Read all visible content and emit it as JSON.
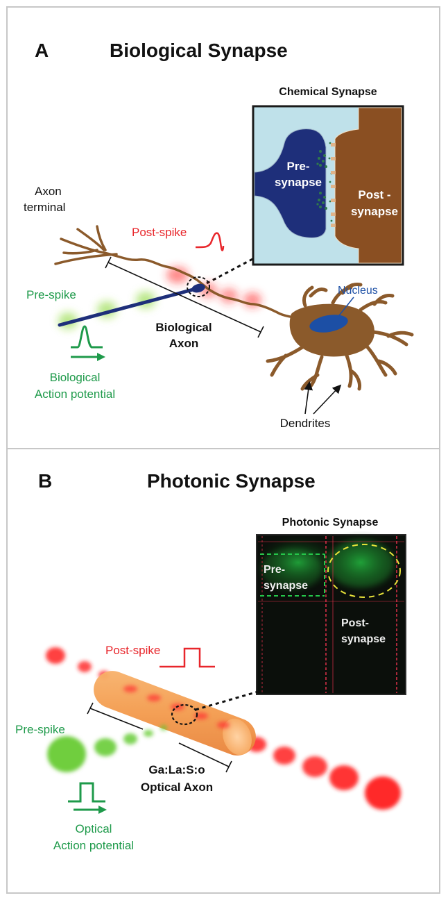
{
  "panel_a": {
    "letter": "A",
    "title": "Biological Synapse",
    "inset_title": "Chemical Synapse",
    "pre_synapse": [
      "Pre-",
      "synapse"
    ],
    "post_synapse": [
      "Post -",
      "synapse"
    ],
    "axon_terminal": [
      "Axon",
      "terminal"
    ],
    "post_spike": "Post-spike",
    "pre_spike": "Pre-spike",
    "nucleus": "Nucleus",
    "axon_label": [
      "Biological",
      "Axon"
    ],
    "action_potential": [
      "Biological",
      "Action potential"
    ],
    "dendrites": "Dendrites"
  },
  "panel_b": {
    "letter": "B",
    "title": "Photonic Synapse",
    "inset_title": "Photonic Synapse",
    "pre_synapse": [
      "Pre-",
      "synapse"
    ],
    "post_synapse": [
      "Post-",
      "synapse"
    ],
    "post_spike": "Post-spike",
    "pre_spike": "Pre-spike",
    "axon_label": [
      "Ga:La:S:o",
      "Optical Axon"
    ],
    "action_potential": [
      "Optical",
      "Action potential"
    ]
  },
  "colors": {
    "green": "#1e9a4a",
    "red": "#e8262b",
    "navy": "#1e2f7a",
    "nucleus_blue": "#1c4fa5",
    "neuron_brown": "#8b5a2b",
    "post_brown": "#8a4f22",
    "cleft_blue": "#bfe1ea",
    "rod_orange": "#f5a45a"
  }
}
